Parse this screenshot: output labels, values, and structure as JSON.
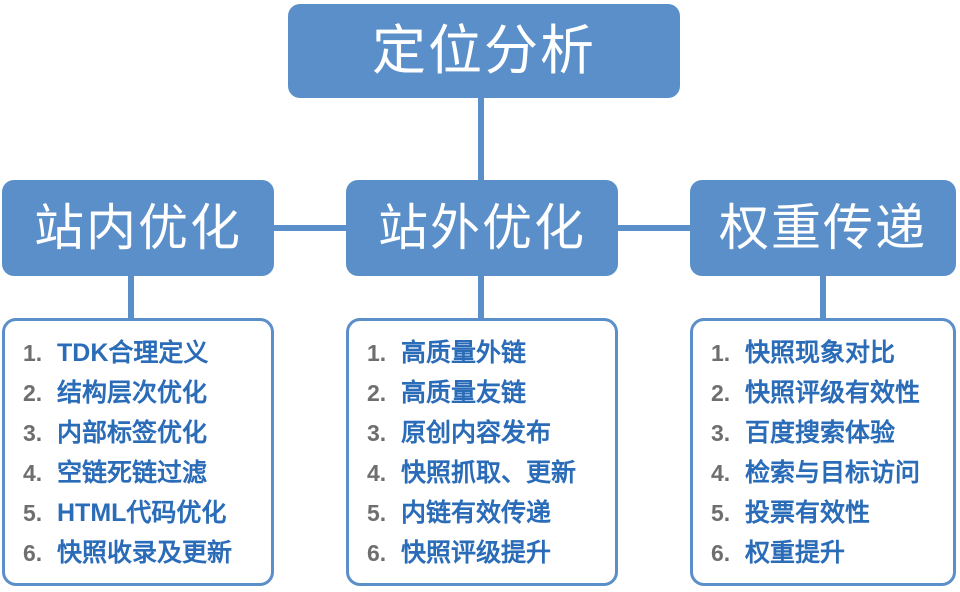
{
  "diagram": {
    "title": "定位分析",
    "root": {
      "label": "定位分析"
    },
    "branches": [
      {
        "id": "onsite",
        "label": "站内优化",
        "items": [
          {
            "num": "1.",
            "text": "TDK合理定义"
          },
          {
            "num": "2.",
            "text": "结构层次优化"
          },
          {
            "num": "3.",
            "text": "内部标签优化"
          },
          {
            "num": "4.",
            "text": "空链死链过滤"
          },
          {
            "num": "5.",
            "text": "HTML代码优化"
          },
          {
            "num": "6.",
            "text": "快照收录及更新"
          }
        ]
      },
      {
        "id": "offsite",
        "label": "站外优化",
        "items": [
          {
            "num": "1.",
            "text": "高质量外链"
          },
          {
            "num": "2.",
            "text": "高质量友链"
          },
          {
            "num": "3.",
            "text": "原创内容发布"
          },
          {
            "num": "4.",
            "text": "快照抓取、更新"
          },
          {
            "num": "5.",
            "text": "内链有效传递"
          },
          {
            "num": "6.",
            "text": "快照评级提升"
          }
        ]
      },
      {
        "id": "weight",
        "label": "权重传递",
        "items": [
          {
            "num": "1.",
            "text": "快照现象对比"
          },
          {
            "num": "2.",
            "text": "快照评级有效性"
          },
          {
            "num": "3.",
            "text": "百度搜索体验"
          },
          {
            "num": "4.",
            "text": "检索与目标访问"
          },
          {
            "num": "5.",
            "text": "投票有效性"
          },
          {
            "num": "6.",
            "text": "权重提升"
          }
        ]
      }
    ],
    "colors": {
      "node_fill": "#5b8fc9",
      "node_text": "#ffffff",
      "list_border": "#5b8fc9",
      "item_number": "#6e6e6e",
      "item_text": "#2b6cb8",
      "background": "#ffffff"
    }
  }
}
